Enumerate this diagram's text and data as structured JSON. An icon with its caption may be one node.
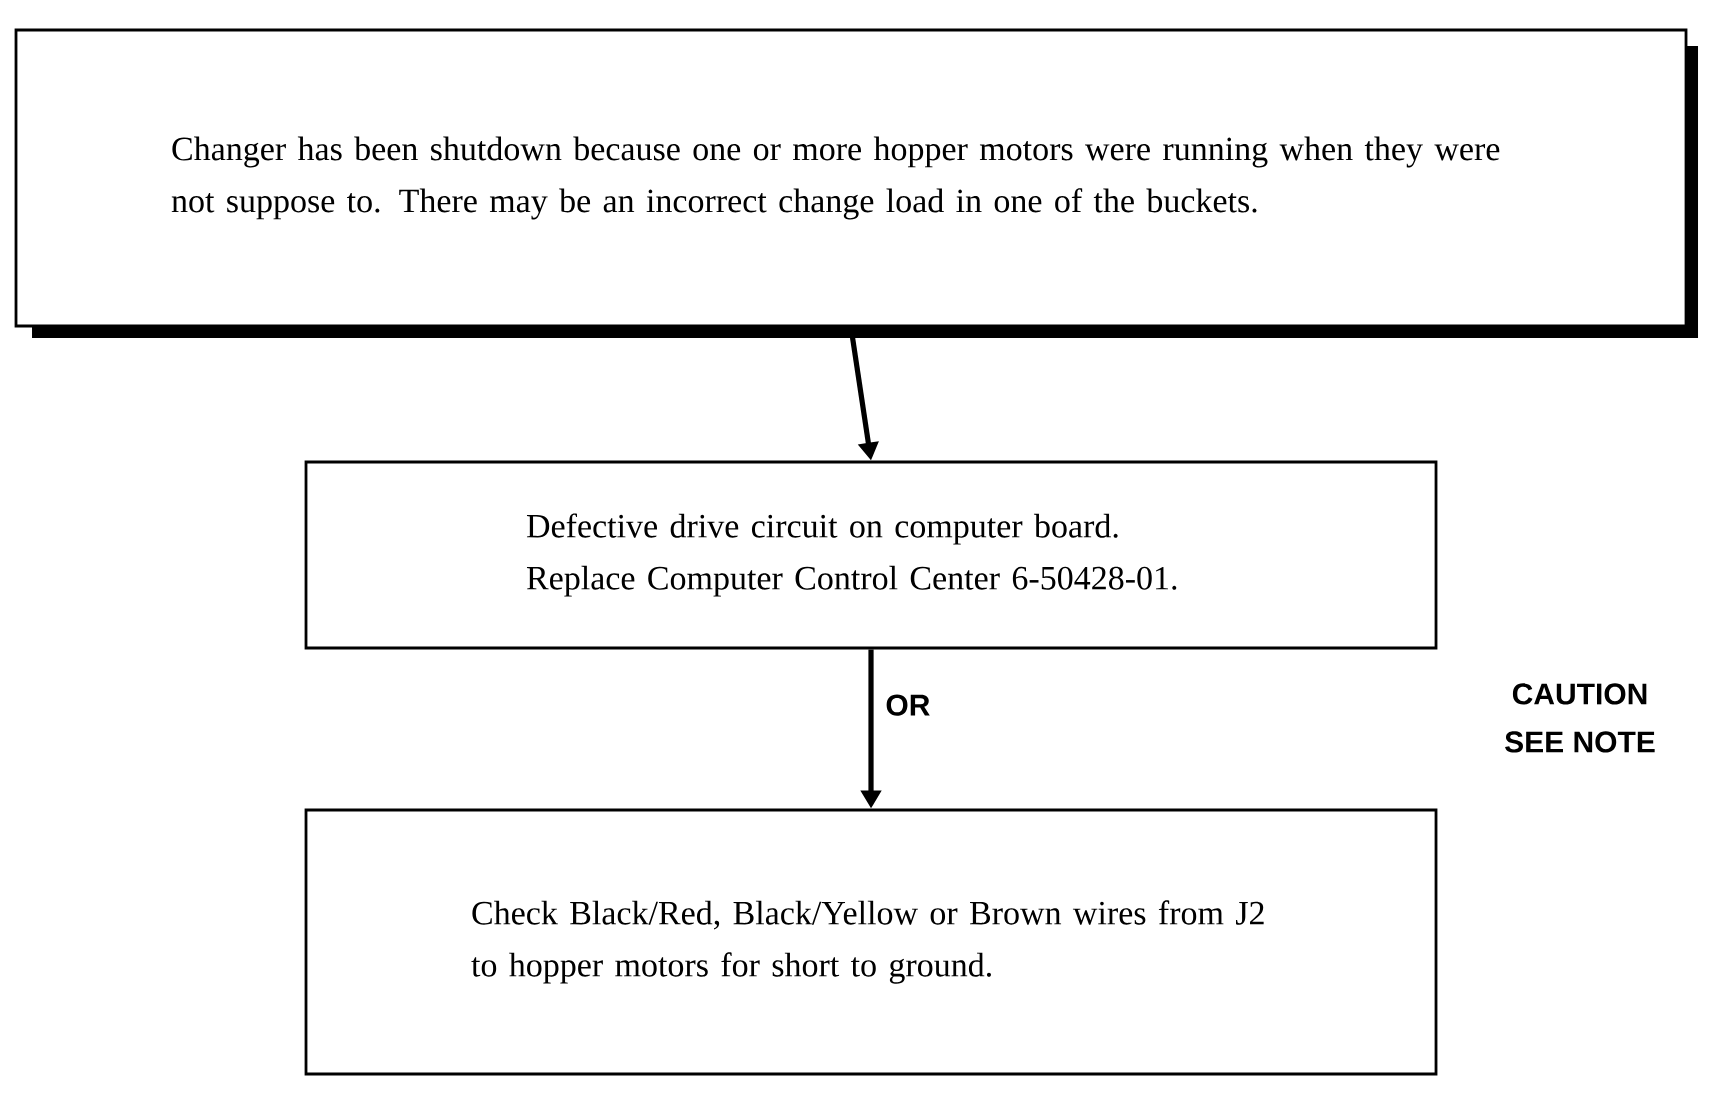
{
  "diagram": {
    "nodes": [
      {
        "text": [
          "Changer has been shutdown because one or more hopper motors were running when they were not suppose to. There may be an incorrect change load in one of the buckets."
        ]
      },
      {
        "text": [
          "Defective drive circuit on computer board. Replace Computer Control Center 6-50428-01."
        ]
      },
      {
        "text": [
          "Check Black/Red, Black/Yellow or Brown wires from J2 to hopper motors for short to ground."
        ]
      }
    ],
    "edges": [
      {
        "from": 0,
        "to": 1,
        "arrow": "to"
      },
      {
        "from": 1,
        "to": 2,
        "arrow": "to",
        "label": "OR"
      }
    ],
    "labels": [
      "CAUTION",
      "SEE NOTE"
    ]
  }
}
